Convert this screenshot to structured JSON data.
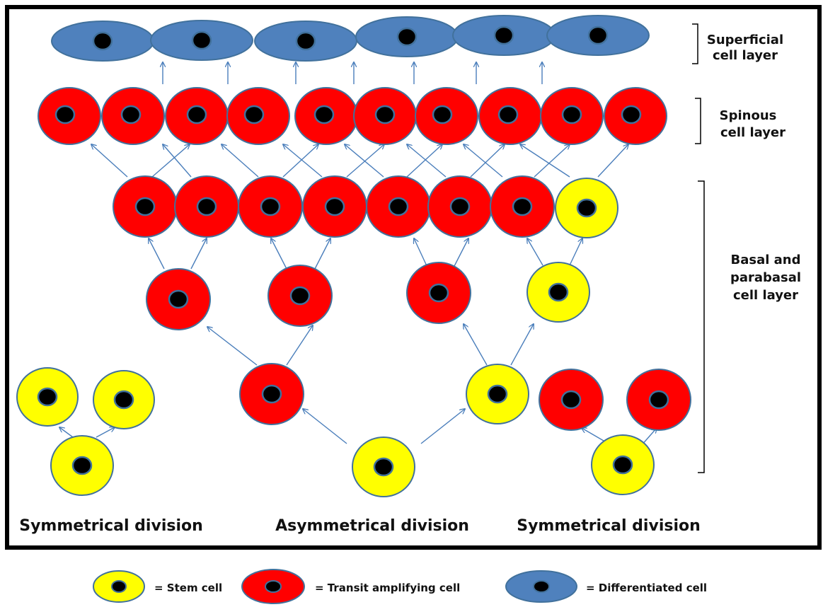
{
  "layers": {
    "superficial": {
      "line1": "Superficial",
      "line2": "cell layer"
    },
    "spinous": {
      "line1": "Spinous",
      "line2": "cell layer"
    },
    "basal": {
      "line1": "Basal and",
      "line2": "parabasal",
      "line3": "cell layer"
    }
  },
  "divisions": {
    "left": "Symmetrical division",
    "center": "Asymmetrical division",
    "right": "Symmetrical division"
  },
  "legend": {
    "stem": "= Stem cell",
    "transit": "= Transit amplifying cell",
    "differentiated": "= Differentiated cell"
  },
  "colors": {
    "stem": "#ffff00",
    "transit": "#ff0000",
    "differentiated": "#4f81bd",
    "outline": "#41719c",
    "arrow": "#4a7ebb",
    "nucleus": "#000000"
  }
}
